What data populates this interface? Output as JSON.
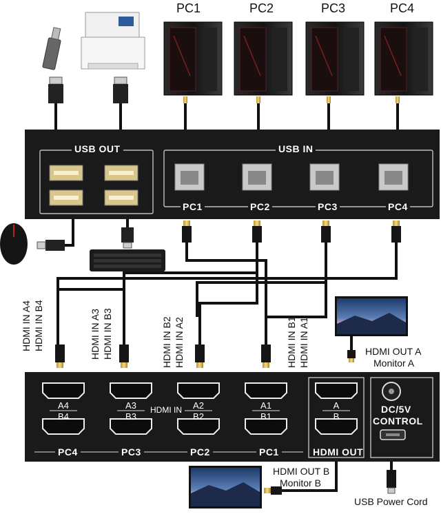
{
  "top_labels": {
    "pc1": "PC1",
    "pc2": "PC2",
    "pc3": "PC3",
    "pc4": "PC4"
  },
  "usb_box": {
    "usb_out": "USB OUT",
    "usb_in": "USB IN",
    "ports": [
      "PC1",
      "PC2",
      "PC3",
      "PC4"
    ]
  },
  "hdmi_cables": {
    "b4": "HDMI IN B4",
    "a4": "HDMI IN A4",
    "b3": "HDMI IN B3",
    "a3": "HDMI IN A3",
    "a2": "HDMI IN A2",
    "b2": "HDMI IN B2",
    "a1": "HDMI IN A1",
    "b1": "HDMI IN B1"
  },
  "hdmi_box": {
    "a4": "A4",
    "b4": "B4",
    "a3": "A3",
    "b3": "B3",
    "a2": "A2",
    "b2": "B2",
    "a1": "A1",
    "b1": "B1",
    "hdmi_in": "HDMI IN",
    "pc_labels": [
      "PC4",
      "PC3",
      "PC2",
      "PC1"
    ],
    "out_a": "A",
    "out_b": "B",
    "hdmi_out": "HDMI OUT",
    "dc": "DC/5V",
    "control": "CONTROL"
  },
  "outputs": {
    "monitor_a_line1": "HDMI OUT A",
    "monitor_a_line2": "Monitor A",
    "monitor_b_line1": "HDMI OUT B",
    "monitor_b_line2": "Monitor B",
    "power": "USB Power Cord"
  }
}
